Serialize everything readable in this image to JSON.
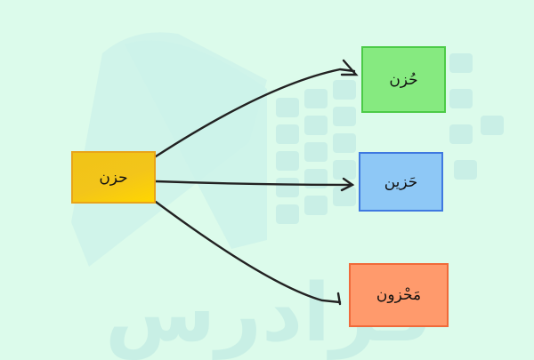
{
  "diagram": {
    "root": {
      "label": "حزن",
      "color": "#f3c51a"
    },
    "derivatives": [
      {
        "label": "حُزن",
        "color": "#86ea80"
      },
      {
        "label": "حَزین",
        "color": "#8ec8f6"
      },
      {
        "label": "مَحْزون",
        "color": "#ff9a6c"
      }
    ]
  },
  "watermark": {
    "text": "فرادرس"
  }
}
